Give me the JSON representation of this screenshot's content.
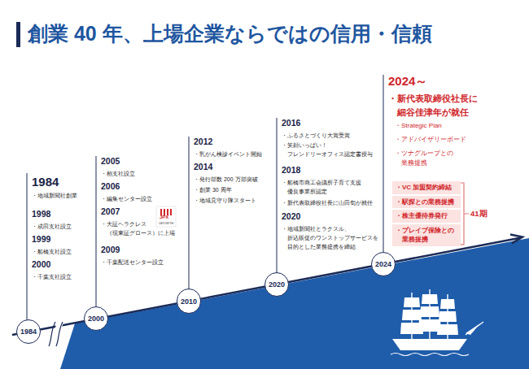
{
  "diagram": {
    "title": "創業 40 年、上場企業ならではの信用・信頼",
    "nodes": [
      {
        "text": [
          "1984"
        ]
      },
      {
        "text": [
          "2000"
        ]
      },
      {
        "text": [
          "2010"
        ]
      },
      {
        "text": [
          "2020"
        ]
      },
      {
        "text": [
          "2024"
        ]
      },
      {
        "text": [
          "・VC 加盟契約締結"
        ]
      },
      {
        "text": [
          "・駅探との業務提携"
        ]
      },
      {
        "text": [
          "・株主優待券発行"
        ]
      },
      {
        "text": [
          "・プレイブ保険との 業務提携"
        ]
      }
    ],
    "labels": [
      "1984",
      "・地域新聞社創業",
      "1998",
      "・成田支社設立",
      "1999",
      "・船橋支社設立",
      "2000",
      "・千葉支社設立",
      "2005",
      "・柏支社設立",
      "2006",
      "・編集センター設立",
      "2007",
      "・大証ヘラクレス （現東証グロース）に上場",
      "2009",
      "・千葉配送センター設立",
      "JPX",
      "GROWTH",
      "2012",
      "・乳がん検診イベント開始",
      "2014",
      "・発行部数 200 万部突破",
      "・創業 30 周年",
      "・地域見守り隊スタート",
      "2016",
      "・ふるさとづくり大賞受賞",
      "・笑顔いっぱい！ フレンドリーオフィス認定書授与",
      "2018",
      "・船橋市商工会議所子育て支援 優良事業所認定",
      "・新代表取締役社長に山田旬が就任",
      "2020",
      "・地域新聞社とラクスル、 折込販促のワンストップサービスを 目的とした業務提携を締結",
      "2024～",
      "・新代表取締役社長に 細谷佳津年が就任",
      "・Strategic Plan",
      "・アドバイザリーボード",
      "・ツナグループとの 業務提携",
      "41期"
    ]
  }
}
